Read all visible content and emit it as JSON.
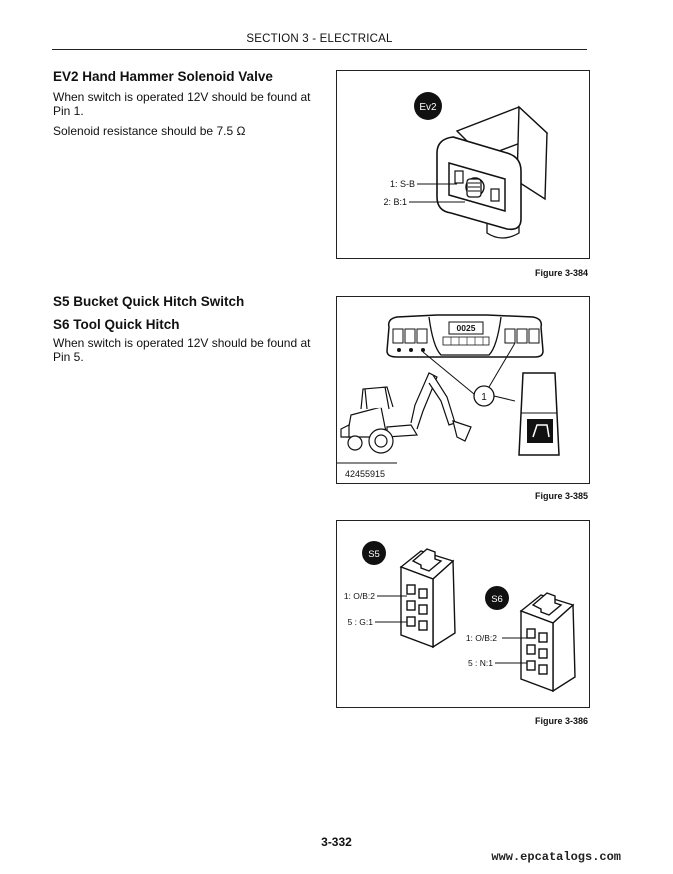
{
  "header": {
    "section_title": "SECTION 3 - ELECTRICAL"
  },
  "ev2": {
    "heading": "EV2 Hand Hammer Solenoid Valve",
    "para1": "When switch is operated 12V should be found at Pin 1.",
    "para2": "Solenoid resistance should be 7.5 Ω"
  },
  "s5s6": {
    "heading1": "S5 Bucket Quick Hitch Switch",
    "heading2": "S6 Tool Quick Hitch",
    "para": "When switch is operated 12V should be found at Pin 5."
  },
  "figure384": {
    "badge": "Ev2",
    "pin1": "1: S-B",
    "pin2": "2: B:1",
    "caption": "Figure 3-384"
  },
  "figure385": {
    "display": "0025",
    "callout": "1",
    "part_number": "42455915",
    "caption": "Figure 3-385"
  },
  "figure386": {
    "badge_s5": "S5",
    "badge_s6": "S6",
    "s5_pin1": "1: O/B:2",
    "s5_pin5": "5 : G:1",
    "s6_pin1": "1: O/B:2",
    "s6_pin5": "5 : N:1",
    "caption": "Figure 3-386"
  },
  "footer": {
    "page_number": "3-332",
    "watermark": "www.epcatalogs.com"
  }
}
